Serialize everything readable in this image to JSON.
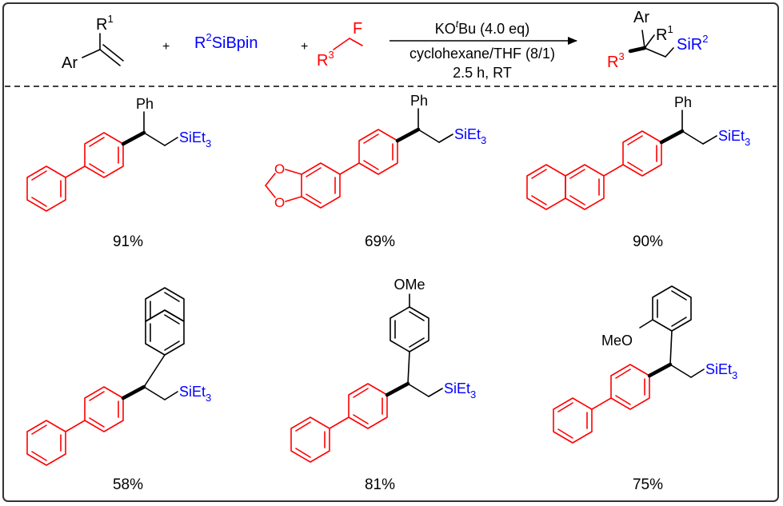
{
  "colors": {
    "black": "#000000",
    "red": "#ff0000",
    "blue": "#0000ff",
    "frame": "#333333"
  },
  "reaction": {
    "r1_label": "R",
    "r1_sup": "1",
    "ar_label": "Ar",
    "plus_1": "+",
    "silane_r2": "R",
    "silane_r2_sup": "2",
    "silane_rest": "SiBpin",
    "plus_2": "+",
    "fluoride_f": "F",
    "fluoride_r3": "R",
    "fluoride_r3_sup": "3",
    "cond_base_pre": "KO",
    "cond_base_sup": "t",
    "cond_base_post": "Bu (4.0 eq)",
    "cond_solvent": "cyclohexane/THF (8/1)",
    "cond_time": "2.5 h, RT",
    "prod_ar": "Ar",
    "prod_r1": "R",
    "prod_r1_sup": "1",
    "prod_r3": "R",
    "prod_r3_sup": "3",
    "prod_si": "SiR",
    "prod_si_sup": "2"
  },
  "labels": {
    "ph": "Ph",
    "sieq_main": "SiEt",
    "sieq_sub": "3",
    "ome": "OMe",
    "meo": "MeO",
    "o": "O"
  },
  "products": [
    {
      "id": "p1",
      "yield": "91%"
    },
    {
      "id": "p2",
      "yield": "69%"
    },
    {
      "id": "p3",
      "yield": "90%"
    },
    {
      "id": "p4",
      "yield": "58%"
    },
    {
      "id": "p5",
      "yield": "81%"
    },
    {
      "id": "p6",
      "yield": "75%"
    }
  ]
}
